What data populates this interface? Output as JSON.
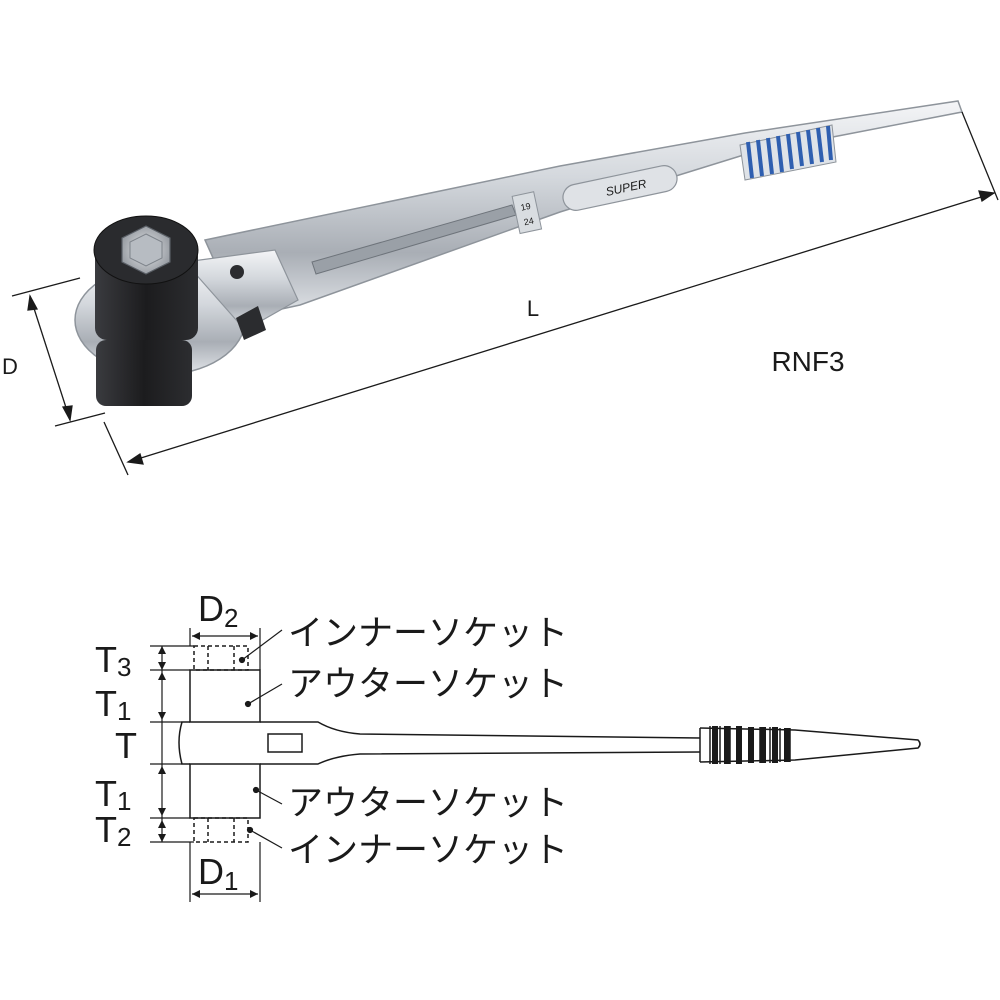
{
  "product": {
    "model": "RNF3",
    "stamp_sizes": [
      "19",
      "24"
    ],
    "brand_stamp": "SUPER"
  },
  "photo_dimensions": {
    "length_label": "L",
    "diameter_label": "D"
  },
  "schematic_dimensions": {
    "d2": {
      "letter": "D",
      "sub": "2"
    },
    "d1": {
      "letter": "D",
      "sub": "1"
    },
    "t3": {
      "letter": "T",
      "sub": "3"
    },
    "t1_upper": {
      "letter": "T",
      "sub": "1"
    },
    "t": {
      "letter": "T",
      "sub": ""
    },
    "t1_lower": {
      "letter": "T",
      "sub": "1"
    },
    "t2": {
      "letter": "T",
      "sub": "2"
    }
  },
  "callouts": {
    "inner_socket_top": "インナーソケット",
    "outer_socket_top": "アウターソケット",
    "outer_socket_bottom": "アウターソケット",
    "inner_socket_bottom": "インナーソケット"
  },
  "colors": {
    "grip_blue": "#2f5fb0",
    "socket_black": "#1c1c1e",
    "steel": "#c9cdd2",
    "line": "#1a1a1a"
  }
}
